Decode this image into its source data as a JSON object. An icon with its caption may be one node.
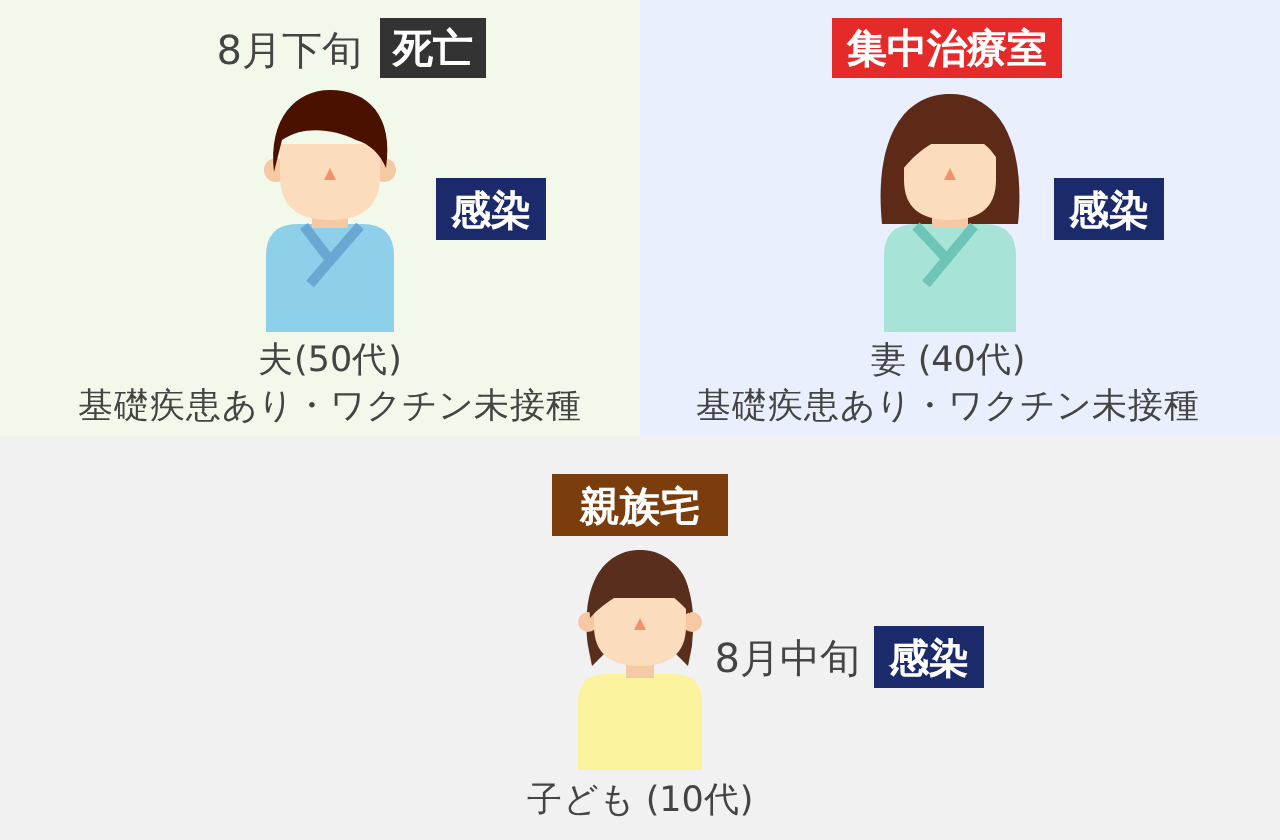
{
  "diagram": {
    "nodes": [
      {
        "text": [],
        "shape": "box"
      },
      {
        "text": [
          "死亡"
        ],
        "in": 0,
        "beside": [
          "8月下旬"
        ]
      },
      {
        "text": [],
        "shape": "person",
        "in": 0,
        "beside": [
          "夫(50代)",
          "基礎疾患あり・ワクチン未接種"
        ]
      },
      {
        "text": [
          "感染"
        ],
        "in": 0
      },
      {
        "text": [],
        "shape": "box"
      },
      {
        "text": [
          "集中治療室"
        ],
        "in": 4
      },
      {
        "text": [],
        "shape": "person",
        "in": 4,
        "beside": [
          "妻 (40代)",
          "基礎疾患あり・ワクチン未接種"
        ]
      },
      {
        "text": [
          "感染"
        ],
        "in": 4
      },
      {
        "text": [],
        "shape": "box"
      },
      {
        "text": [
          "親族宅"
        ],
        "in": 8
      },
      {
        "text": [],
        "shape": "person",
        "in": 8,
        "beside": [
          "子ども (10代)"
        ]
      },
      {
        "text": [
          "感染"
        ],
        "in": 8,
        "beside": [
          "8月中旬"
        ]
      }
    ]
  }
}
